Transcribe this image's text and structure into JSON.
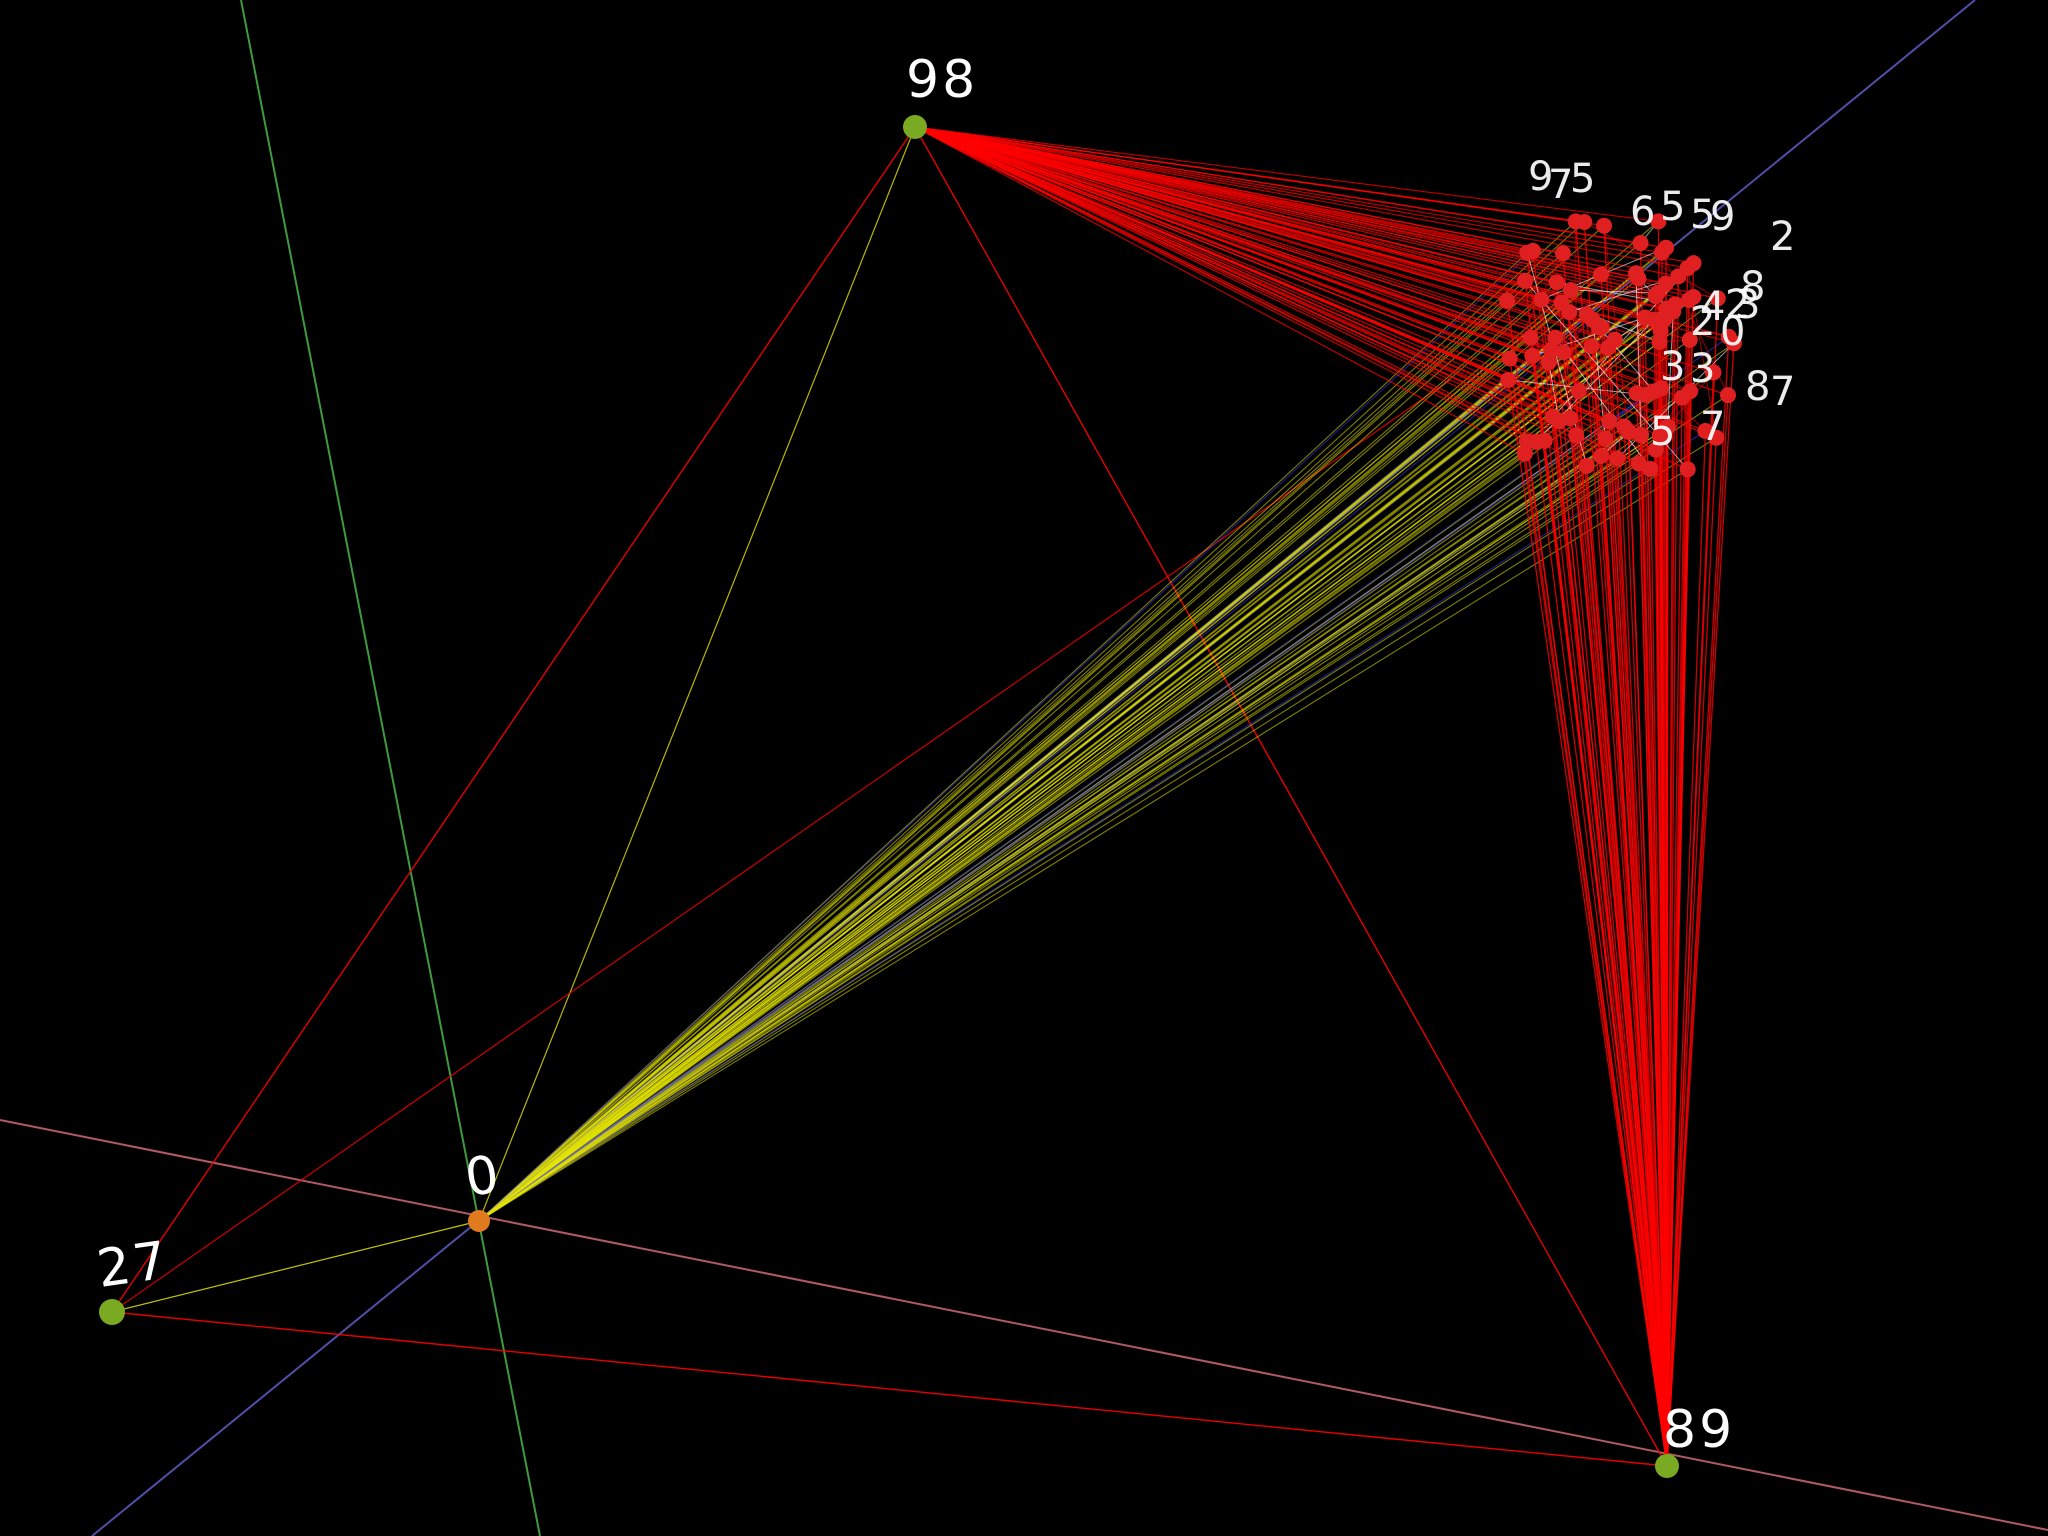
{
  "colors": {
    "background": "#000000",
    "axis_x": "#b05a64",
    "axis_y": "#3f9a3f",
    "axis_z": "#4f4fa8",
    "edge_red": "#ff0000",
    "edge_yellow": "#e6e600",
    "edge_blue": "#3a3aff",
    "anchor_node": "#7aaa22",
    "origin_node": "#e07a1e",
    "cluster_node": "#e02020"
  },
  "nodes": {
    "origin": {
      "label": "0"
    },
    "top": {
      "label": "98"
    },
    "left": {
      "label": "27"
    },
    "bottom_right": {
      "label": "89"
    }
  },
  "cluster_labels": [
    "9",
    "7",
    "5",
    "6",
    "5",
    "5",
    "9",
    "2",
    "8",
    "2",
    "4",
    "3",
    "2",
    "0",
    "8",
    "7",
    "3",
    "3",
    "7",
    "5"
  ]
}
